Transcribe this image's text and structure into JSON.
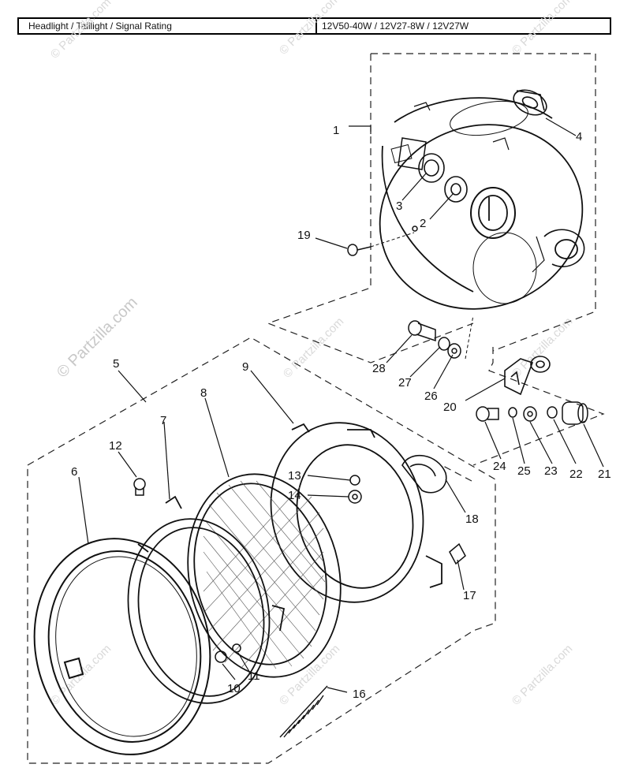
{
  "spec": {
    "label": "Headlight / Taillight / Signal Rating",
    "value": "12V50-40W / 12V27-8W / 12V27W"
  },
  "watermark": {
    "main": "© Partzilla.com",
    "small": "© Partzilla.com"
  },
  "callouts": {
    "p1": "1",
    "p2": "2",
    "p3": "3",
    "p4": "4",
    "p5": "5",
    "p6": "6",
    "p7": "7",
    "p8": "8",
    "p9": "9",
    "p10": "10",
    "p11": "11",
    "p12": "12",
    "p13": "13",
    "p14": "14",
    "p16": "16",
    "p17": "17",
    "p18": "18",
    "p19": "19",
    "p20": "20",
    "p21": "21",
    "p22": "22",
    "p23": "23",
    "p24": "24",
    "p25": "25",
    "p26": "26",
    "p27": "27",
    "p28": "28"
  }
}
